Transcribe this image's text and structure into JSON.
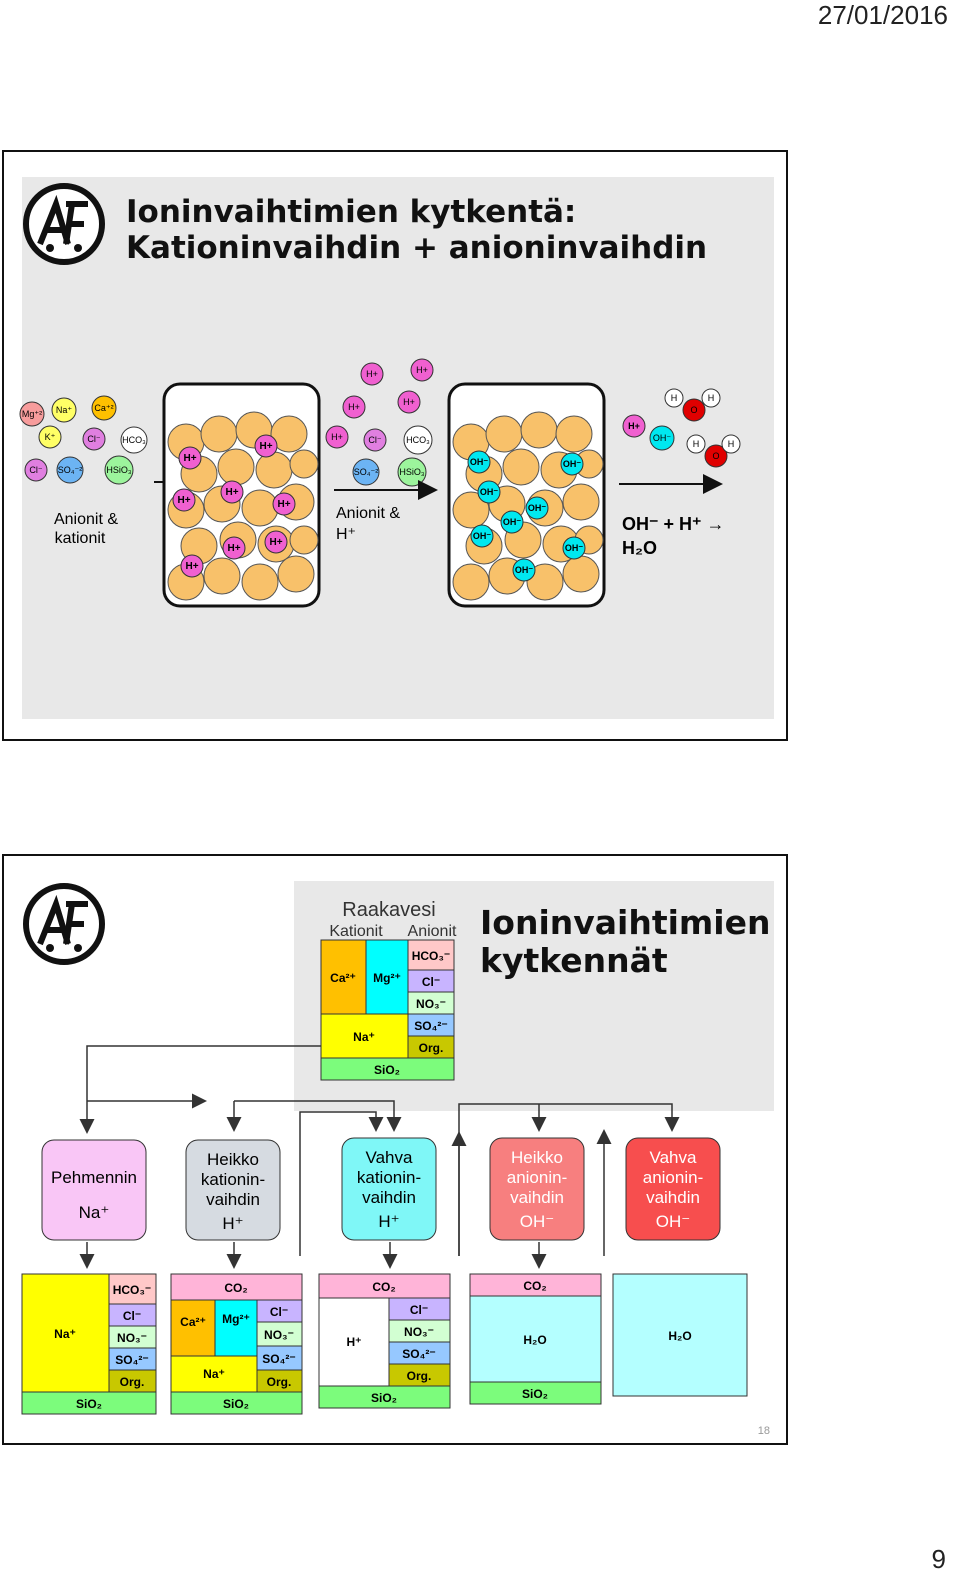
{
  "header": {
    "date": "27/01/2016"
  },
  "footer": {
    "page_number": "9"
  },
  "slide1": {
    "title_line1": "Ioninvaihtimien kytkentä:",
    "title_line2": "Kationinvaihdin + anioninvaihdin",
    "label_left_1": "Anionit &",
    "label_left_2": "kationit",
    "label_mid_1": "Anionit &",
    "label_mid_2": "H⁺",
    "reaction_1": "OH⁻ + H⁺ →",
    "reaction_2": "H₂O",
    "ions": {
      "mg": "Mg⁺²",
      "na": "Na⁺",
      "ca": "Ca⁺²",
      "k": "K⁺",
      "cl": "Cl⁻",
      "hco3": "HCO₃",
      "so4": "SO₄⁻²",
      "hsio3": "HSiO₃",
      "h": "H+",
      "oh": "OH⁻",
      "water_h": "H",
      "water_o": "O"
    }
  },
  "slide2": {
    "title_line1": "Ioninvaihtimien",
    "title_line2": "kytkennät",
    "raw_title": "Raakavesi",
    "raw_cations": "Kationit",
    "raw_anions": "Anionit",
    "slide_number": "18",
    "units": [
      {
        "line1": "Pehmennin",
        "line2": "",
        "ion": "Na⁺",
        "color": "#f9c6f6"
      },
      {
        "line1": "Heikko",
        "line2": "kationin-",
        "line3": "vaihdin",
        "ion": "H⁺",
        "color": "#d6dbe1"
      },
      {
        "line1": "Vahva",
        "line2": "kationin-",
        "line3": "vaihdin",
        "ion": "H⁺",
        "color": "#7ff7f7"
      },
      {
        "line1": "Heikko",
        "line2": "anionin-",
        "line3": "vaihdin",
        "ion": "OH⁻",
        "color": "#f77f7f"
      },
      {
        "line1": "Vahva",
        "line2": "anionin-",
        "line3": "vaihdin",
        "ion": "OH⁻",
        "color": "#f74e4e"
      }
    ],
    "labels": {
      "ca": "Ca²⁺",
      "mg": "Mg²⁺",
      "na": "Na⁺",
      "h": "H⁺",
      "hco3": "HCO₃⁻",
      "cl": "Cl⁻",
      "no3": "NO₃⁻",
      "so4": "SO₄²⁻",
      "org": "Org.",
      "sio2": "SiO₂",
      "co2": "CO₂",
      "h2o": "H₂O"
    },
    "colors": {
      "ca": "#ffc000",
      "mg": "#00ffff",
      "na": "#ffff00",
      "hco3": "#ffc8c8",
      "cl": "#c8b4ff",
      "no3": "#d2ffd2",
      "so4": "#96c8ff",
      "org": "#c8c800",
      "sio2": "#7cfc7c",
      "co2": "#ffb4d8",
      "h2o": "#b4ffff",
      "h": "#ffffff"
    }
  }
}
